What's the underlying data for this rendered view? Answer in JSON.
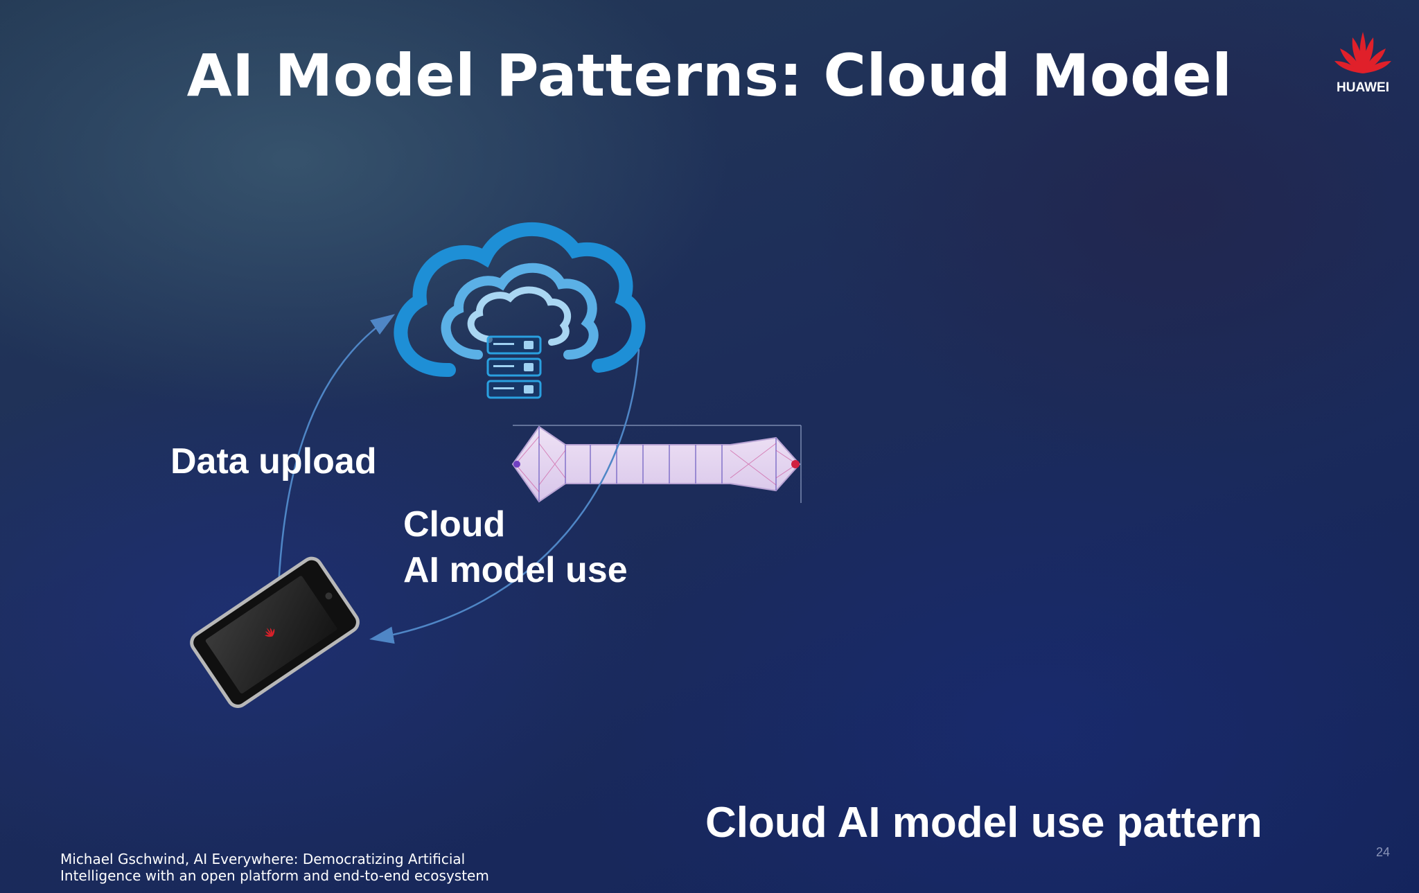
{
  "slide": {
    "title": "AI Model Patterns: Cloud Model",
    "page_number": "24"
  },
  "logo": {
    "brand": "HUAWEI",
    "icon": "huawei-petal-logo",
    "color": "#e0202a"
  },
  "diagram": {
    "upload_label": "Data upload",
    "cloud_use_line1": "Cloud",
    "cloud_use_line2": "AI model use",
    "cloud_icon": "cloud-server-icon",
    "network_icon": "neural-network-visualization",
    "device_icon": "smartphone-icon",
    "arrow_color": "#4f86c6",
    "cloud_color": "#1e8fd6"
  },
  "caption": "Cloud AI model use pattern",
  "footer": {
    "line1": "Michael Gschwind, AI Everywhere:  Democratizing Artificial",
    "line2": "Intelligence with an open platform and end-to-end ecosystem"
  }
}
